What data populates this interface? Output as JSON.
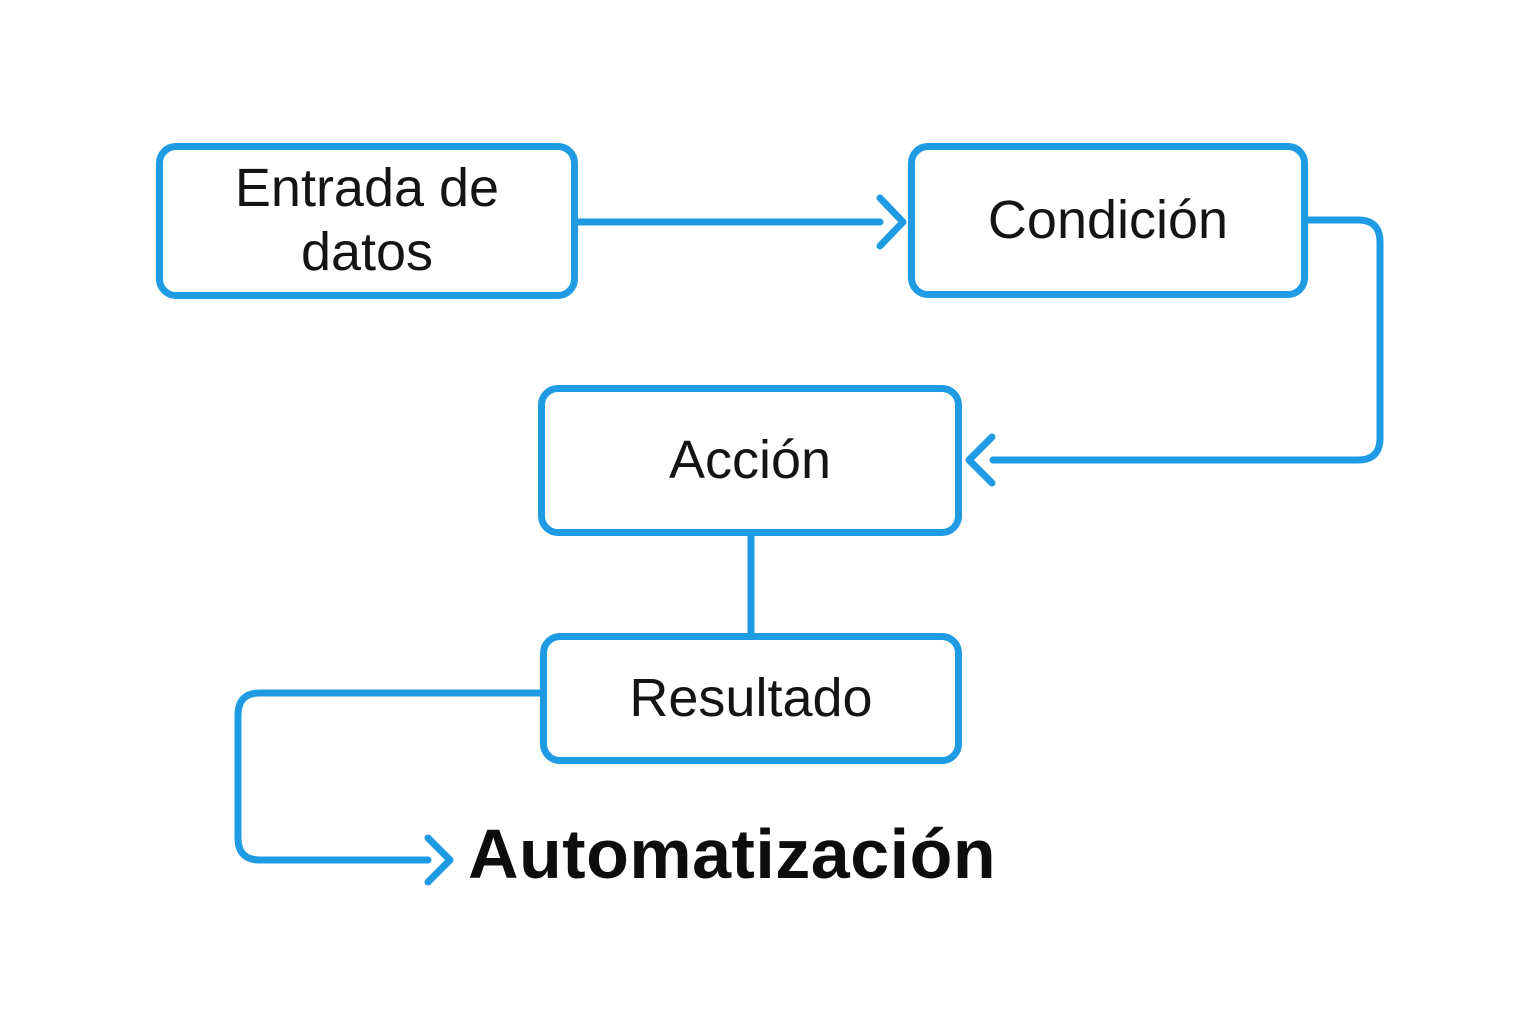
{
  "diagram": {
    "title": "Automatización",
    "accent_color": "#1F9BE4",
    "text_color": "#141414",
    "background_color": "#FFFFFF",
    "nodes": [
      {
        "id": "entrada",
        "label": "Entrada de datos"
      },
      {
        "id": "condicion",
        "label": "Condición"
      },
      {
        "id": "accion",
        "label": "Acción"
      },
      {
        "id": "resultado",
        "label": "Resultado"
      }
    ],
    "connections": [
      {
        "from": "entrada",
        "to": "condicion",
        "arrow": true
      },
      {
        "from": "condicion",
        "to": "accion",
        "arrow": true
      },
      {
        "from": "accion",
        "to": "resultado",
        "arrow": false
      },
      {
        "from": "resultado",
        "to": "automatizacion",
        "arrow": true
      }
    ]
  }
}
